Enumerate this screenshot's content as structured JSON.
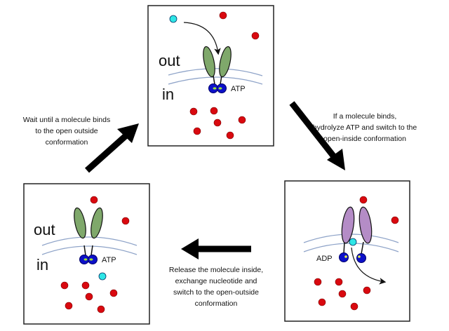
{
  "panels": {
    "top": {
      "out_label": "out",
      "in_label": "in",
      "nucleotide": "ATP"
    },
    "right": {
      "nucleotide": "ADP"
    },
    "left": {
      "out_label": "out",
      "in_label": "in",
      "nucleotide": "ATP"
    }
  },
  "captions": {
    "step1": [
      "Wait until a molecule binds",
      "to the open outside",
      "conformation"
    ],
    "step2": [
      "If a molecule binds,",
      "hydrolyze ATP and switch to the",
      "open-inside conformation"
    ],
    "step3": [
      "Release the molecule inside,",
      "exchange nucleotide and",
      "switch to the open-outside",
      "conformation"
    ]
  },
  "colors": {
    "substrate": "#2ee6e6",
    "other_molecules": "#d9090f",
    "atp_bound_transporter": "#7fa86b",
    "adp_bound_transporter": "#b48cc6",
    "nucleotide_binding_domain": "#0c10c8"
  }
}
